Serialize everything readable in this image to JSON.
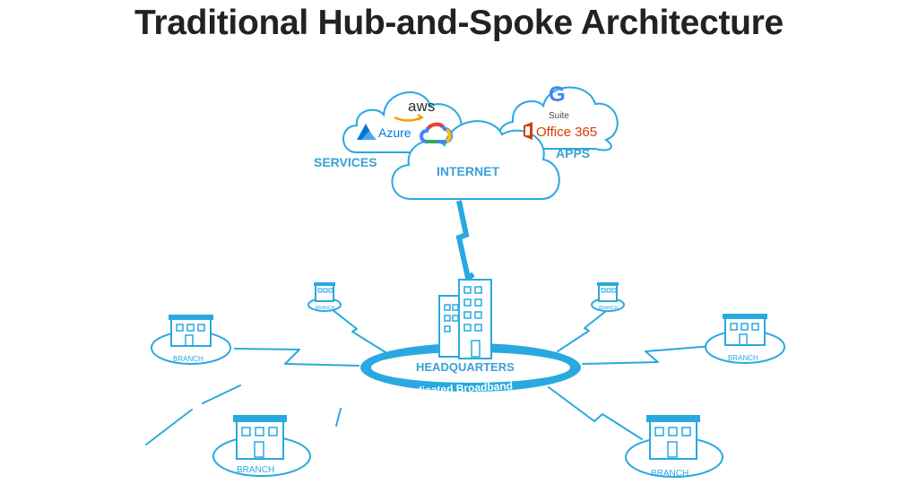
{
  "title": "Traditional Hub-and-Spoke Architecture",
  "cloud": {
    "internet_label": "INTERNET",
    "services_label": "SERVICES",
    "apps_label": "APPS",
    "services_logos": [
      "aws",
      "Azure"
    ],
    "apps_logos": [
      "Suite",
      "Office 365"
    ]
  },
  "hub": {
    "label": "HEADQUARTERS",
    "ring_label": "Dedicated Broadband"
  },
  "branches": {
    "left_small": "BRANCH",
    "right_small": "BRANCH",
    "left_mid": "BRANCH",
    "right_mid": "BRANCH",
    "left_bottom": "BRANCH",
    "right_bottom": "BRANCH"
  },
  "colors": {
    "accent": "#29a9e0",
    "label": "#3aa0d6",
    "title": "#222222",
    "aws_orange": "#ff9900",
    "azure_blue": "#0078d4",
    "office_red": "#d83b01"
  }
}
